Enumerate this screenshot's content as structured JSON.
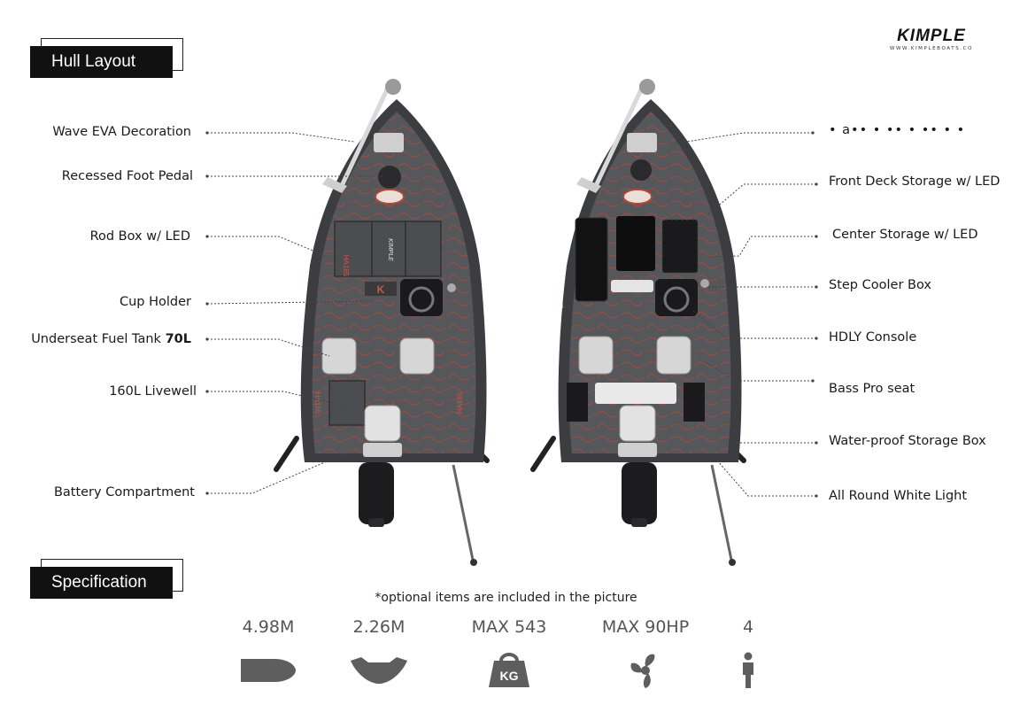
{
  "sections": {
    "hull_layout": "Hull Layout",
    "specification": "Specification"
  },
  "brand": {
    "name": "KIMPLE",
    "url": "WWW.KIMPLEBOATS.CO"
  },
  "callouts_left": [
    {
      "text": "Wave EVA Decoration"
    },
    {
      "text": "Recessed Foot Pedal"
    },
    {
      "text": "Rod Box w/ LED"
    },
    {
      "text": "Cup Holder"
    },
    {
      "text": "Underseat Fuel Tank ",
      "bold": "70L"
    },
    {
      "text": "160L Livewell"
    },
    {
      "text": "Battery Compartment"
    }
  ],
  "callouts_right": [
    {
      "text": "• a•• • •• • •• • •"
    },
    {
      "text": "Front Deck Storage w/ LED"
    },
    {
      "text": "Center Storage w/ LED"
    },
    {
      "text": "Step Cooler Box"
    },
    {
      "text": "HDLY Console"
    },
    {
      "text": "Bass Pro seat"
    },
    {
      "text": "Water-proof Storage Box"
    },
    {
      "text": "All Round White Light"
    }
  ],
  "boat_markings": {
    "deck_logo": "KIMPLE",
    "console_badge": "K",
    "hull_id": "HA165"
  },
  "note": "*optional items are included in the picture",
  "specs": [
    {
      "value": "4.98M",
      "icon": "hull-length-icon"
    },
    {
      "value": "2.26M",
      "icon": "hull-beam-icon"
    },
    {
      "value": "MAX 543",
      "icon": "kg-weight-icon",
      "icon_text": "KG"
    },
    {
      "value": "MAX 90HP",
      "icon": "propeller-icon"
    },
    {
      "value": "4",
      "icon": "person-icon"
    }
  ],
  "colors": {
    "hull": "#3b3d40",
    "deck": "#55575b",
    "accent_line": "#b5473a",
    "icon_gray": "#5e5e5e"
  }
}
